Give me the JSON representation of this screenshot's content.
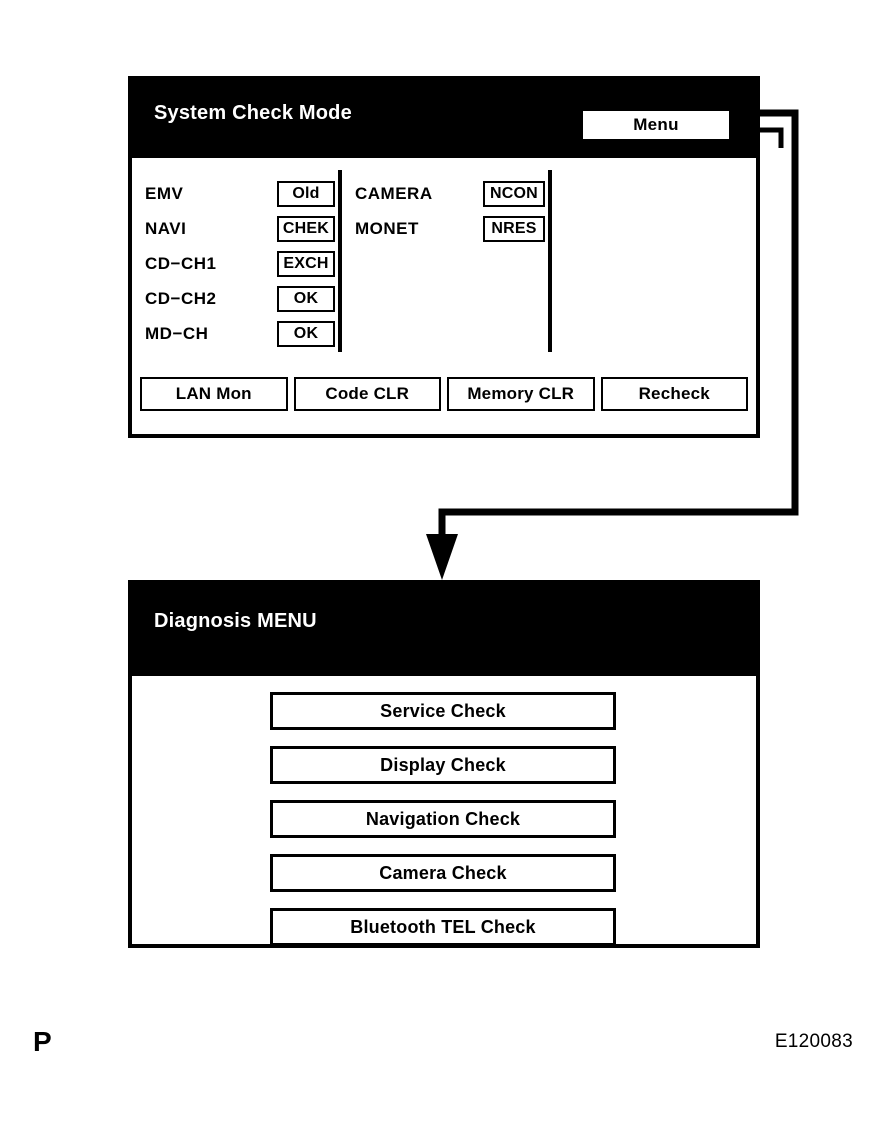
{
  "figure": {
    "page_mark": "P",
    "figure_id": "E120083"
  },
  "panel1": {
    "title": "System Check Mode",
    "menu_button": "Menu",
    "left_column": [
      {
        "label": "EMV",
        "status": "Old"
      },
      {
        "label": "NAVI",
        "status": "CHEK"
      },
      {
        "label": "CD−CH1",
        "status": "EXCH"
      },
      {
        "label": "CD−CH2",
        "status": "OK"
      },
      {
        "label": "MD−CH",
        "status": "OK"
      }
    ],
    "right_column": [
      {
        "label": "CAMERA",
        "status": "NCON"
      },
      {
        "label": "MONET",
        "status": "NRES"
      }
    ],
    "actions": [
      "LAN Mon",
      "Code CLR",
      "Memory CLR",
      "Recheck"
    ]
  },
  "panel2": {
    "title": "Diagnosis MENU",
    "items": [
      "Service Check",
      "Display Check",
      "Navigation Check",
      "Camera Check",
      "Bluetooth TEL Check"
    ]
  },
  "colors": {
    "ink": "#000000",
    "paper": "#ffffff"
  }
}
